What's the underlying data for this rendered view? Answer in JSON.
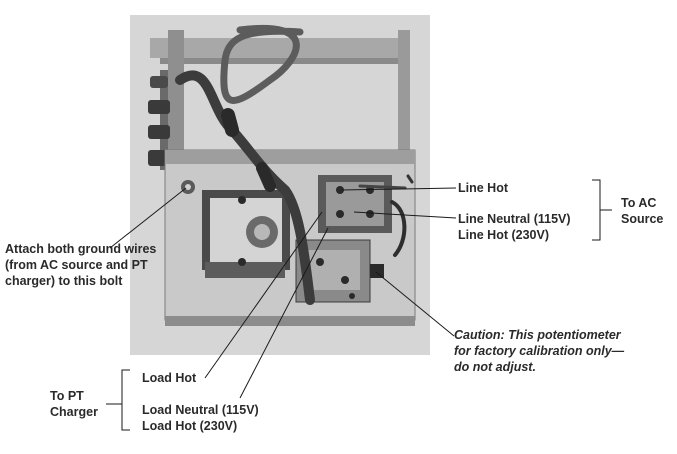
{
  "labels": {
    "line_hot": "Line Hot",
    "line_neutral": "Line Neutral (115V)",
    "line_hot_230": "Line Hot (230V)",
    "to_ac_1": "To AC",
    "to_ac_2": "Source",
    "ground_1": "Attach both ground wires",
    "ground_2": "(from AC source and PT",
    "ground_3": "charger) to this bolt",
    "caution_1": "Caution: This potentiometer",
    "caution_2": "for factory calibration only—",
    "caution_3": "do not adjust.",
    "load_hot": "Load Hot",
    "to_pt_1": "To PT",
    "to_pt_2": "Charger",
    "load_neutral": "Load Neutral (115V)",
    "load_hot_230": "Load Hot (230V)"
  },
  "colors": {
    "photo_bg": "#d9d9d9",
    "metal": "#bdbdbd",
    "dark": "#2a2a2a",
    "line": "#1a1a1a"
  }
}
